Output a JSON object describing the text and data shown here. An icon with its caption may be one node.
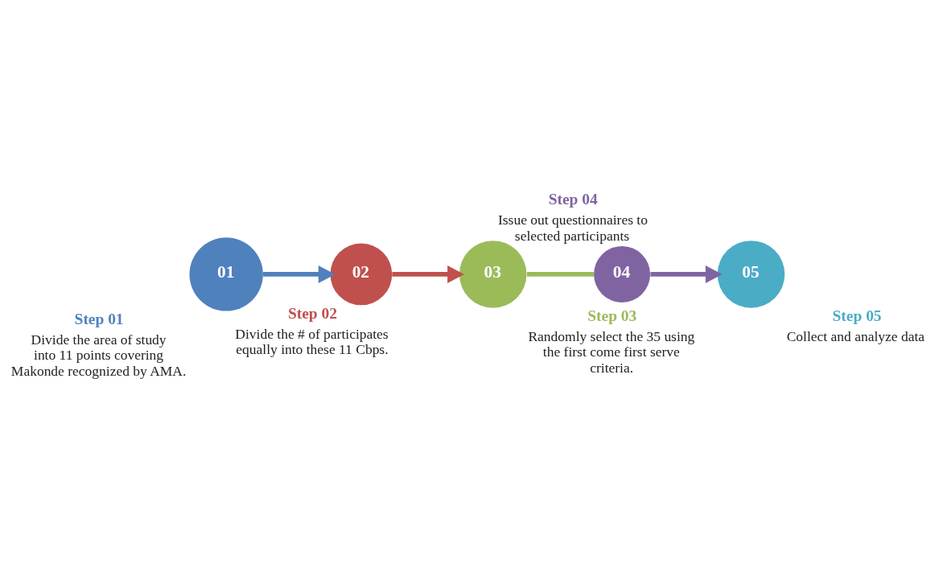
{
  "diagram": {
    "nodes": [
      {
        "text": [
          "01"
        ],
        "beside": [
          "Step 01",
          "Divide the area of study into 11 points covering Makonde recognized by AMA."
        ]
      },
      {
        "text": [
          "02"
        ],
        "beside": [
          "Step 02",
          "Divide the # of participates equally into these 11 Cbps."
        ]
      },
      {
        "text": [
          "03"
        ],
        "beside": [
          "Step 03",
          "Randomly select the 35 using the first come first serve criteria."
        ]
      },
      {
        "text": [
          "04"
        ],
        "beside": [
          "Step 04",
          "Issue out questionnaires to selected participants"
        ]
      },
      {
        "text": [
          "05"
        ],
        "beside": [
          "Step 05",
          "Collect and analyze data"
        ]
      }
    ],
    "edges": [
      {
        "from": 0,
        "to": 1,
        "arrow": "to",
        "color": "#4f81bd"
      },
      {
        "from": 1,
        "to": 2,
        "arrow": "to",
        "color": "#c0504d"
      },
      {
        "from": 2,
        "to": 3,
        "arrow": "none",
        "color": "#9bbb59"
      },
      {
        "from": 3,
        "to": 4,
        "arrow": "to",
        "color": "#8064a2"
      }
    ]
  }
}
